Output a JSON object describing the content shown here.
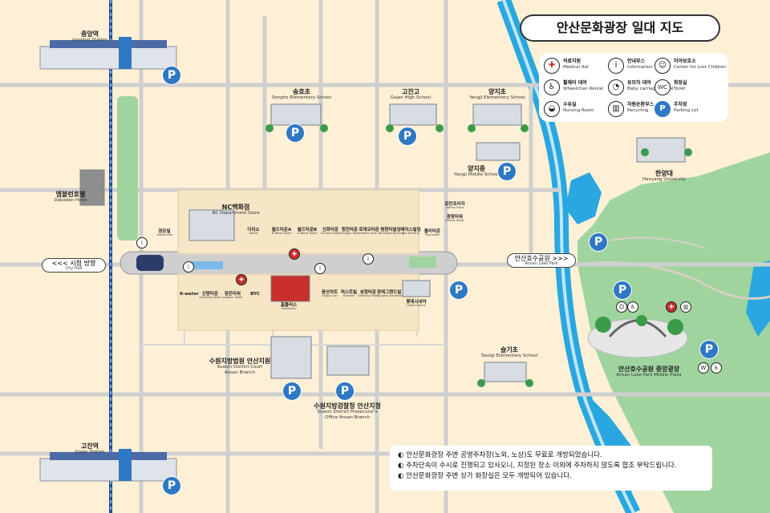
{
  "title": "안산문화광장 일대 지도",
  "legend": [
    {
      "ko": "의료지원",
      "en": "Medical Aid",
      "icon": "medical-kit-icon",
      "glyph": "✚"
    },
    {
      "ko": "안내부스",
      "en": "Information",
      "icon": "info-icon",
      "glyph": "i"
    },
    {
      "ko": "미아보호소",
      "en": "Center for Lost Children",
      "icon": "lost-children-icon",
      "glyph": "☺"
    },
    {
      "ko": "휠체어 대여",
      "en": "Wheelchair Rental",
      "icon": "wheelchair-icon",
      "glyph": "♿"
    },
    {
      "ko": "유모차 대여",
      "en": "Baby carriage Rental",
      "icon": "baby-carriage-icon",
      "glyph": "◔"
    },
    {
      "ko": "화장실",
      "en": "Toilet",
      "icon": "toilet-icon",
      "glyph": "WC"
    },
    {
      "ko": "수유실",
      "en": "Nursing Room",
      "icon": "nursing-room-icon",
      "glyph": "◒"
    },
    {
      "ko": "자원순환부스",
      "en": "Recycling",
      "icon": "recycling-icon",
      "glyph": "▥"
    },
    {
      "ko": "주차장",
      "en": "Parking Lot",
      "icon": "parking-icon",
      "glyph": "P"
    }
  ],
  "parking_glyph": "P",
  "stations": {
    "jungang": {
      "ko": "중앙역",
      "en": "Jungang Station"
    },
    "gojan": {
      "ko": "고잔역",
      "en": "Gojan Station"
    }
  },
  "landmarks": {
    "songho": {
      "ko": "송호초",
      "en": "Songho Elementary School"
    },
    "gojan_high": {
      "ko": "고잔고",
      "en": "Gojan High School"
    },
    "yangji_elem": {
      "ko": "양지초",
      "en": "Yangji Elementary School"
    },
    "yangji_middle": {
      "ko": "양지중",
      "en": "Yangji Middle School"
    },
    "hanyang": {
      "ko": "한양대",
      "en": "Hanyang University"
    },
    "dabeden": {
      "ko": "엠블런호텔",
      "en": "Dabaden Hotel"
    },
    "nc": {
      "ko": "NC백화점",
      "en": "NC Department Store"
    },
    "court": {
      "ko": "수원지방법원 안산지원",
      "en1": "Suwon District Court",
      "en2": "Ansan Branch"
    },
    "prosecutor": {
      "ko": "수원지방검찰청 안산지청",
      "en1": "Suwon District Prosecutor's",
      "en2": "Office Ansan Branch"
    },
    "seulgi": {
      "ko": "슬기초",
      "en": "Seulgi Elementary School"
    },
    "lake_plaza": {
      "ko": "안산호수공원 중앙광장",
      "en": "Ansan Lake Park Middle Plaza"
    }
  },
  "nav": {
    "city_hall": {
      "ko": "<<< 시청 방향",
      "en": "City Hall"
    },
    "lake_park": {
      "ko": "안산호수공원 >>>",
      "en": "Ansan Lake Park"
    }
  },
  "shops": [
    {
      "ko": "광든빌",
      "en": "Goldenville"
    },
    {
      "ko": "다이소",
      "en": "DAISO"
    },
    {
      "ko": "월드타운A",
      "en": "B World Tower"
    },
    {
      "ko": "월드타운B",
      "en": "A World Tower"
    },
    {
      "ko": "신화타운",
      "en": "Sinhwa Tower"
    },
    {
      "ko": "청진타운",
      "en": "Chengjin Tower"
    },
    {
      "ko": "로데오타운",
      "en": "Rodeo Town"
    },
    {
      "ko": "범현타빌딩",
      "en": "Beomgeo Building"
    },
    {
      "ko": "에이스빌딩",
      "en": "Ace Building"
    },
    {
      "ko": "로만프라자",
      "en": "Roman Plaza"
    },
    {
      "ko": "광장타워",
      "en": "Gwang Tower"
    },
    {
      "ko": "폴리타운",
      "en": "Poly tower"
    },
    {
      "ko": "K-water",
      "en": ""
    },
    {
      "ko": "신양타운",
      "en": "Shinyang Tower"
    },
    {
      "ko": "장은타워",
      "en": "Jangeun Tower"
    },
    {
      "ko": "BYC",
      "en": ""
    },
    {
      "ko": "홈플러스",
      "en": "Homeplus"
    },
    {
      "ko": "옹선아트",
      "en": "Ongsun Art"
    },
    {
      "ko": "퍼스트빌",
      "en": "Firstville"
    },
    {
      "ko": "삼정타운",
      "en": "Samjung Town"
    },
    {
      "ko": "장애그랜드빌",
      "en": "Sangha Grandvile"
    },
    {
      "ko": "롯데시네마",
      "en": "Lotte Cinema"
    }
  ],
  "notices": [
    "◐ 안산문화광장 주변 공영주차장(노외, 노상)도 무료로 개방되었습니다.",
    "◐ 주차단속이 수시로 진행되고 있사오니, 지정된 장소 이외에 주차하지 않도록 협조 부탁드립니다.",
    "◐ 안산문화광장 주변 상가 화장실은 모두 개방되어 있습니다."
  ],
  "colors": {
    "background": "#fdf0d6",
    "road": "#c9c9c9",
    "river": "#2aa7e0",
    "park": "#9fd49f",
    "parking": "#2f78c4",
    "rail": "#1f4fa0"
  }
}
